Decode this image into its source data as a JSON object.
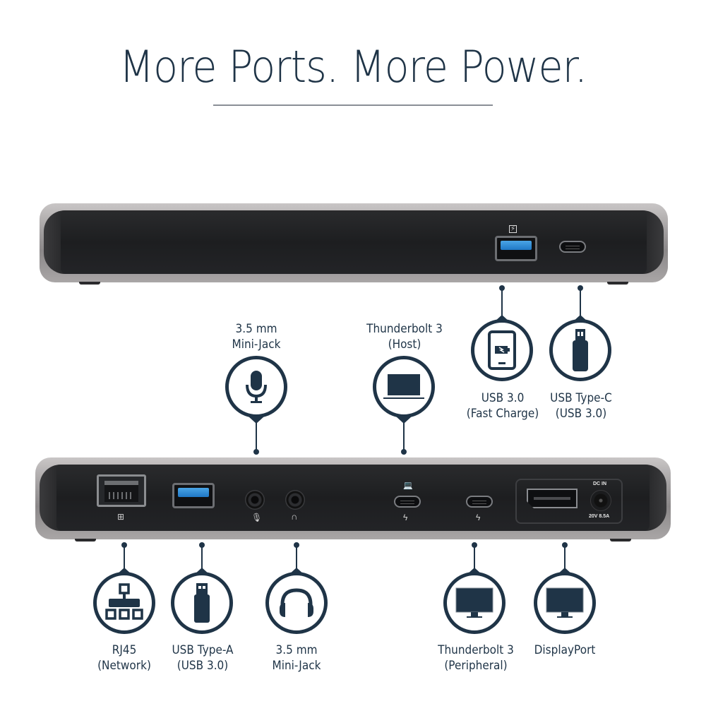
{
  "title": "More Ports. More Power.",
  "colors": {
    "text": "#1f3447",
    "rule": "#8a8f96",
    "device_face": "#1f2022",
    "device_shell": "#a09d9e",
    "usb3_blue": "#2a86d4"
  },
  "front_panel": {
    "ports": [
      {
        "type": "usb-a",
        "icon": "fast-charge-icon"
      },
      {
        "type": "usb-c"
      }
    ],
    "callouts": [
      {
        "icon": "tablet-charging-icon",
        "line1": "USB 3.0",
        "line2": "(Fast Charge)"
      },
      {
        "icon": "usb-drive-icon",
        "line1": "USB Type-C",
        "line2": "(USB 3.0)"
      }
    ]
  },
  "back_panel": {
    "ports": [
      {
        "type": "rj45",
        "icon": "network-icon"
      },
      {
        "type": "usb-a"
      },
      {
        "type": "audio-jack",
        "icon": "microphone-icon"
      },
      {
        "type": "audio-jack",
        "icon": "headphones-icon"
      },
      {
        "type": "thunderbolt3-host",
        "icon": "laptop-icon"
      },
      {
        "type": "thunderbolt3-peripheral",
        "icon": "thunderbolt-icon"
      },
      {
        "type": "displayport"
      },
      {
        "type": "dc-in",
        "label_top": "DC IN",
        "label_bottom": "20V 8.5A"
      }
    ],
    "callouts_top": [
      {
        "icon": "microphone-icon",
        "line1": "3.5 mm",
        "line2": "Mini-Jack"
      },
      {
        "icon": "laptop-icon",
        "line1": "Thunderbolt 3",
        "line2": "(Host)"
      }
    ],
    "callouts_bottom": [
      {
        "icon": "network-icon",
        "line1": "RJ45",
        "line2": "(Network)"
      },
      {
        "icon": "usb-drive-icon",
        "line1": "USB Type-A",
        "line2": "(USB 3.0)"
      },
      {
        "icon": "headphones-icon",
        "line1": "3.5 mm",
        "line2": "Mini-Jack"
      },
      {
        "icon": "monitor-icon",
        "line1": "Thunderbolt 3",
        "line2": "(Peripheral)"
      },
      {
        "icon": "monitor-icon",
        "line1": "DisplayPort",
        "line2": ""
      }
    ]
  }
}
